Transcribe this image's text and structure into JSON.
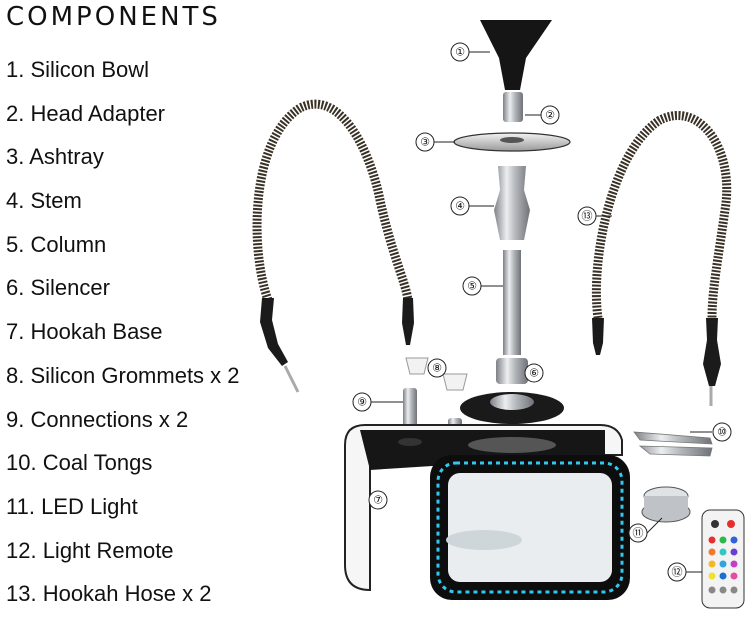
{
  "heading": "COMPONENTS",
  "components": [
    "1. Silicon Bowl",
    "2. Head Adapter",
    "3. Ashtray",
    "4. Stem",
    "5. Column",
    "6. Silencer",
    "7. Hookah Base",
    "8. Silicon Grommets x 2",
    "9. Connections x 2",
    "10. Coal Tongs",
    "11. LED Light",
    "12. Light Remote",
    "13. Hookah Hose x 2"
  ],
  "callouts": [
    "①",
    "②",
    "③",
    "④",
    "⑤",
    "⑥",
    "⑦",
    "⑧",
    "⑨",
    "⑩",
    "⑪",
    "⑫",
    "⑬"
  ],
  "colors": {
    "metal": "#b9bcc0",
    "dark": "#1a1a1a",
    "led": "#33c8f0",
    "hose": "#3a3126"
  }
}
